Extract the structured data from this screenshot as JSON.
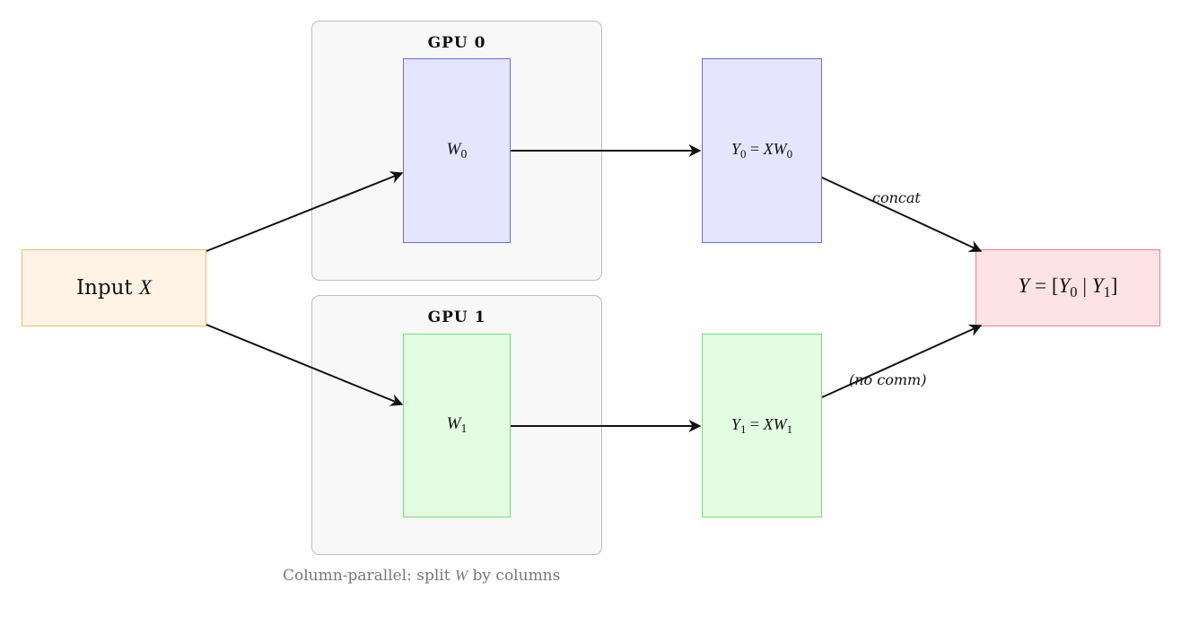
{
  "gpu0": {
    "title": "GPU 0",
    "weight": {
      "base": "W",
      "sub": "0"
    },
    "output": {
      "lhs_base": "Y",
      "lhs_sub": "0",
      "rhs_a": "XW",
      "rhs_sub": "0"
    }
  },
  "gpu1": {
    "title": "GPU 1",
    "weight": {
      "base": "W",
      "sub": "1"
    },
    "output": {
      "lhs_base": "Y",
      "lhs_sub": "1",
      "rhs_a": "XW",
      "rhs_sub": "1"
    }
  },
  "input": {
    "text": "Input",
    "var": "X"
  },
  "result": {
    "lhs": "Y",
    "eq": "=",
    "open": "[",
    "a": "Y",
    "a_sub": "0",
    "sep": "|",
    "b": "Y",
    "b_sub": "1",
    "close": "]"
  },
  "edge_labels": {
    "top": "concat",
    "bottom": "(no comm)"
  },
  "caption": {
    "prefix": "Column-parallel: split",
    "var": "W",
    "suffix": "by columns"
  },
  "colors": {
    "gpu_box": "#f8f8f8",
    "blue_fill": "#e5e5fd",
    "blue_border": "#6b6bdf",
    "green_fill": "#e3fde3",
    "green_border": "#72e072",
    "orange_fill": "#fff3e5",
    "orange_border": "#f5b865",
    "red_fill": "#fde3e6",
    "red_border": "#f07c86"
  }
}
